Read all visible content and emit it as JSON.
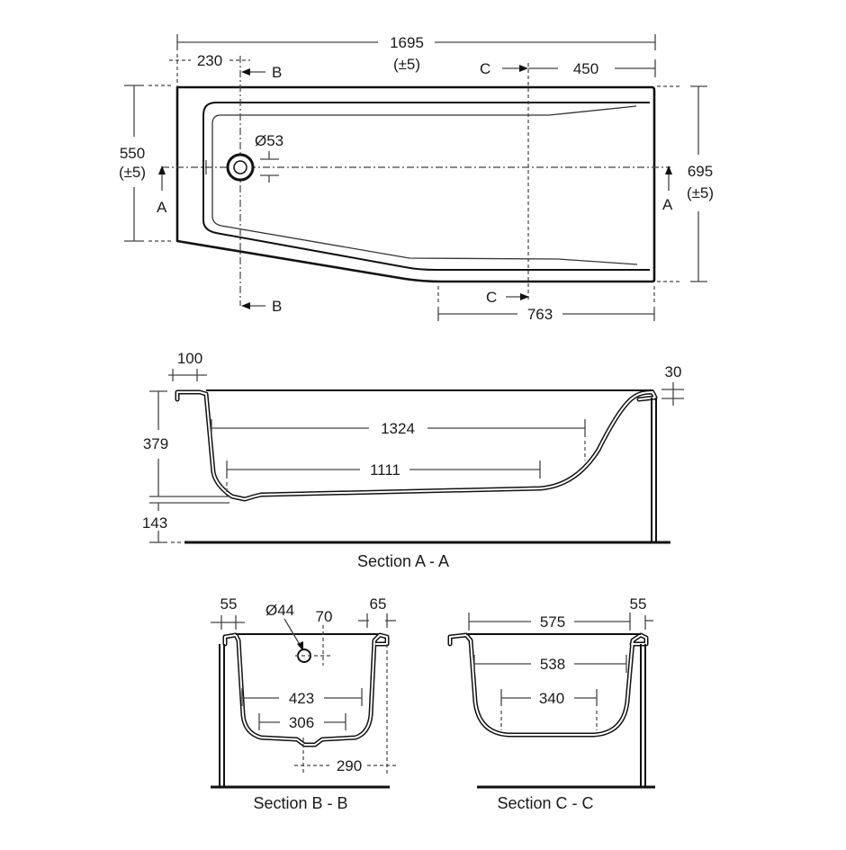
{
  "plan_view": {
    "overall_length": "1695",
    "overall_length_tol": "(±5)",
    "waste_offset": "230",
    "waste_diameter": "Ø53",
    "narrow_width": "550",
    "narrow_width_tol": "(±5)",
    "wide_width": "695",
    "wide_width_tol": "(±5)",
    "straight_end_length": "450",
    "straight_side_length": "763",
    "section_markers": {
      "a_left": "A",
      "a_right": "A",
      "b_top": "B",
      "b_bottom": "B",
      "c_top": "C",
      "c_bottom": "C"
    }
  },
  "section_a": {
    "title": "Section A - A",
    "rim_width": "100",
    "rim_thickness": "30",
    "depth": "379",
    "base_height": "143",
    "top_length": "1324",
    "bottom_length": "1111"
  },
  "section_b": {
    "title": "Section B - B",
    "left_rim": "55",
    "overflow_diameter": "Ø44",
    "overflow_offset": "70",
    "right_rim": "65",
    "top_width": "423",
    "bottom_width": "306",
    "waste_offset": "290"
  },
  "section_c": {
    "title": "Section C - C",
    "overall_width": "575",
    "right_rim": "55",
    "top_width": "538",
    "bottom_width": "340"
  }
}
